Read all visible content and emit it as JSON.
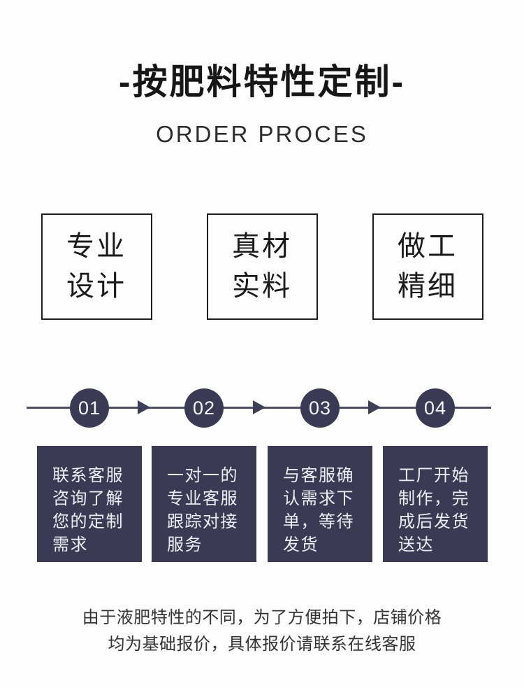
{
  "header": {
    "title": "-按肥料特性定制-",
    "subtitle": "ORDER PROCES"
  },
  "features": [
    {
      "lines": [
        "专业",
        "设计"
      ]
    },
    {
      "lines": [
        "真材",
        "实料"
      ]
    },
    {
      "lines": [
        "做工",
        "精细"
      ]
    }
  ],
  "process": {
    "steps": [
      {
        "number": "01",
        "lines": [
          "联系客服",
          "咨询了解",
          "您的定制",
          "需求"
        ]
      },
      {
        "number": "02",
        "lines": [
          "一对一的",
          "专业客服",
          "跟踪对接",
          "服务"
        ]
      },
      {
        "number": "03",
        "lines": [
          "与客服确",
          "认需求下",
          "单，等待",
          "发货"
        ]
      },
      {
        "number": "04",
        "lines": [
          "工厂开始",
          "制作，完",
          "成后发货",
          "送达"
        ]
      }
    ]
  },
  "footer": {
    "note_lines": [
      "由于液肥特性的不同，为了方便拍下，店铺价格",
      "均为基础报价，具体报价请联系在线客服"
    ]
  },
  "colors": {
    "accent_navy": "#3a3a54",
    "flow_line": "#4b4c64",
    "heading_text": "#161616",
    "light_text": "#edeff3",
    "note_text": "#333333"
  }
}
